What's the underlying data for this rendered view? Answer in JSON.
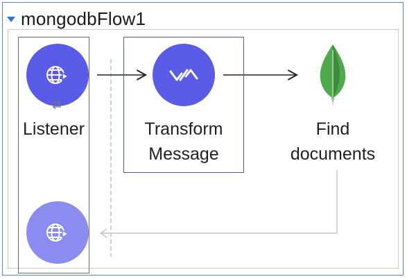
{
  "flow": {
    "title": "mongodbFlow1"
  },
  "nodes": {
    "listener": {
      "label": "Listener",
      "icon": "globe-arrow-icon"
    },
    "transform": {
      "label_line1": "Transform",
      "label_line2": "Message",
      "icon": "dataweave-icon"
    },
    "find": {
      "label_line1": "Find",
      "label_line2": "documents",
      "icon": "mongodb-leaf-icon"
    }
  },
  "colors": {
    "node_primary": "#5a5ce8",
    "node_return": "#8a8cf0",
    "selection": "#4a55d4",
    "mongo_green": "#4fa94d"
  }
}
